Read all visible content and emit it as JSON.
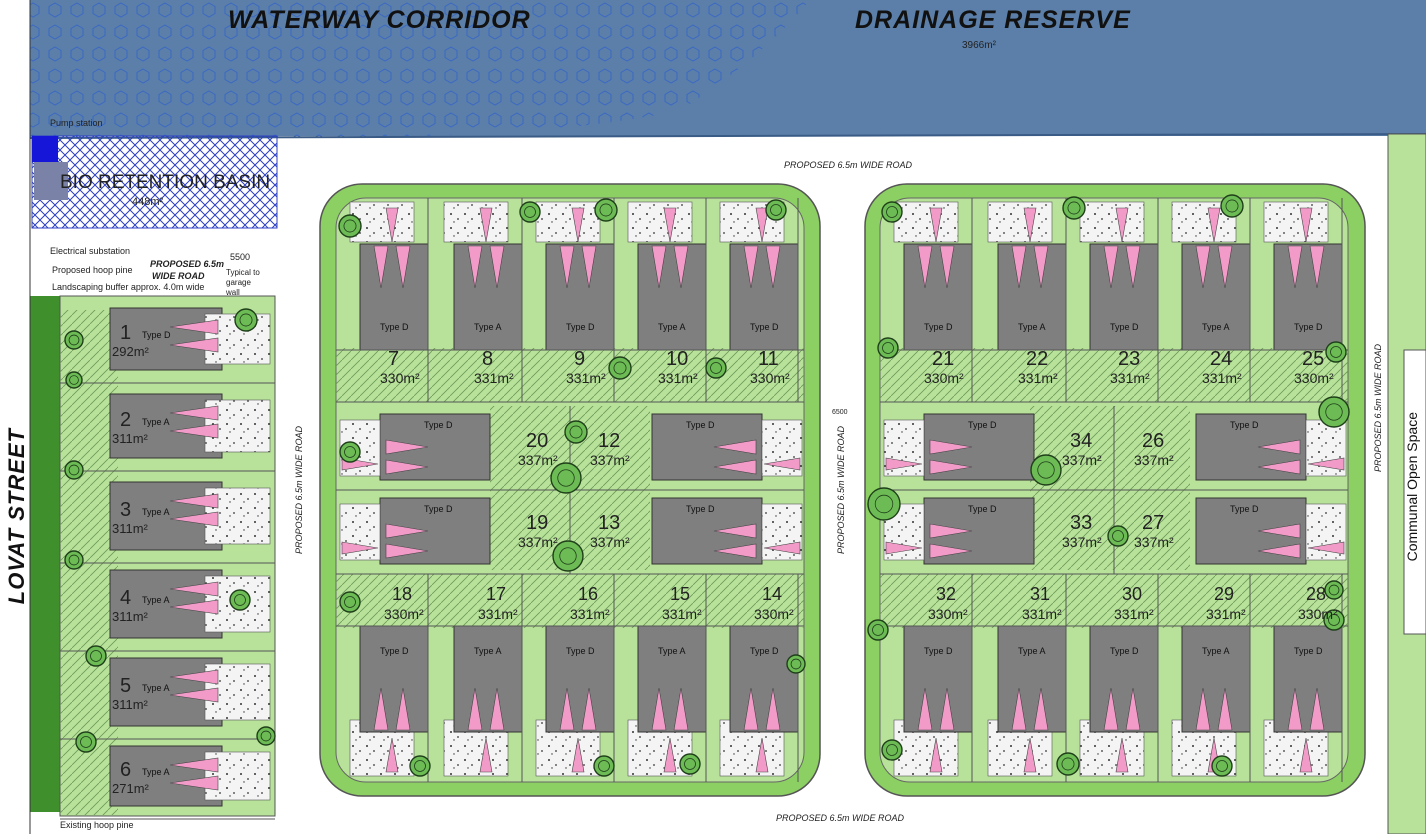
{
  "titles": {
    "waterway": "WATERWAY CORRIDOR",
    "drainage": "DRAINAGE RESERVE",
    "drainage_area": "3966m²",
    "bio_basin": "BIO RETENTION BASIN",
    "bio_basin_area": "448m²",
    "lovat": "LOVAT STREET",
    "open_space": "Communal Open Space"
  },
  "roads": {
    "top": "PROPOSED 6.5m WIDE ROAD",
    "bottom": "PROPOSED 6.5m WIDE ROAD",
    "left_vertical": "PROPOSED 6.5m WIDE ROAD",
    "middle_vertical": "PROPOSED 6.5m WIDE ROAD",
    "right_vertical": "PROPOSED 6.5m WIDE ROAD",
    "west_road_line1": "PROPOSED 6.5m",
    "west_road_line2": "WIDE ROAD"
  },
  "annotations": {
    "pump_station": "Pump station",
    "electrical": "Electrical substation",
    "hoop_pine": "Proposed hoop pine",
    "buffer": "Landscaping buffer approx. 4.0m wide",
    "existing_pine": "Existing hoop pine",
    "typical_garage": "Typical to garage wall",
    "dim_5500": "5500",
    "dim_6500": "6500"
  },
  "lots": [
    {
      "num": "1",
      "area": "292m²",
      "type": "Type D"
    },
    {
      "num": "2",
      "area": "311m²",
      "type": "Type A"
    },
    {
      "num": "3",
      "area": "311m²",
      "type": "Type A"
    },
    {
      "num": "4",
      "area": "311m²",
      "type": "Type A"
    },
    {
      "num": "5",
      "area": "311m²",
      "type": "Type A"
    },
    {
      "num": "6",
      "area": "271m²",
      "type": "Type A"
    },
    {
      "num": "7",
      "area": "330m²",
      "type": "Type D"
    },
    {
      "num": "8",
      "area": "331m²",
      "type": "Type A"
    },
    {
      "num": "9",
      "area": "331m²",
      "type": "Type D"
    },
    {
      "num": "10",
      "area": "331m²",
      "type": "Type A"
    },
    {
      "num": "11",
      "area": "330m²",
      "type": "Type D"
    },
    {
      "num": "12",
      "area": "337m²",
      "type": "Type D"
    },
    {
      "num": "13",
      "area": "337m²",
      "type": "Type D"
    },
    {
      "num": "14",
      "area": "330m²",
      "type": "Type D"
    },
    {
      "num": "15",
      "area": "331m²",
      "type": "Type A"
    },
    {
      "num": "16",
      "area": "331m²",
      "type": "Type D"
    },
    {
      "num": "17",
      "area": "331m²",
      "type": "Type A"
    },
    {
      "num": "18",
      "area": "330m²",
      "type": "Type D"
    },
    {
      "num": "19",
      "area": "337m²",
      "type": "Type D"
    },
    {
      "num": "20",
      "area": "337m²",
      "type": "Type D"
    },
    {
      "num": "21",
      "area": "330m²",
      "type": "Type D"
    },
    {
      "num": "22",
      "area": "331m²",
      "type": "Type A"
    },
    {
      "num": "23",
      "area": "331m²",
      "type": "Type D"
    },
    {
      "num": "24",
      "area": "331m²",
      "type": "Type A"
    },
    {
      "num": "25",
      "area": "330m²",
      "type": "Type D"
    },
    {
      "num": "26",
      "area": "337m²",
      "type": "Type D"
    },
    {
      "num": "27",
      "area": "337m²",
      "type": "Type D"
    },
    {
      "num": "28",
      "area": "330m²",
      "type": "Type D"
    },
    {
      "num": "29",
      "area": "331m²",
      "type": "Type A"
    },
    {
      "num": "30",
      "area": "331m²",
      "type": "Type D"
    },
    {
      "num": "31",
      "area": "331m²",
      "type": "Type A"
    },
    {
      "num": "32",
      "area": "330m²",
      "type": "Type D"
    },
    {
      "num": "33",
      "area": "337m²",
      "type": "Type D"
    },
    {
      "num": "34",
      "area": "337m²",
      "type": "Type D"
    }
  ],
  "colors": {
    "water": "#5b7fa8",
    "lot_green": "#b8e29a",
    "landscape_green": "#8ccf62",
    "house_grey": "#7f7f7f",
    "road_white": "#ffffff",
    "garage_pink": "#f39bc8",
    "basin_blue": "#3047c9",
    "pump_blue": "#1616d8"
  }
}
